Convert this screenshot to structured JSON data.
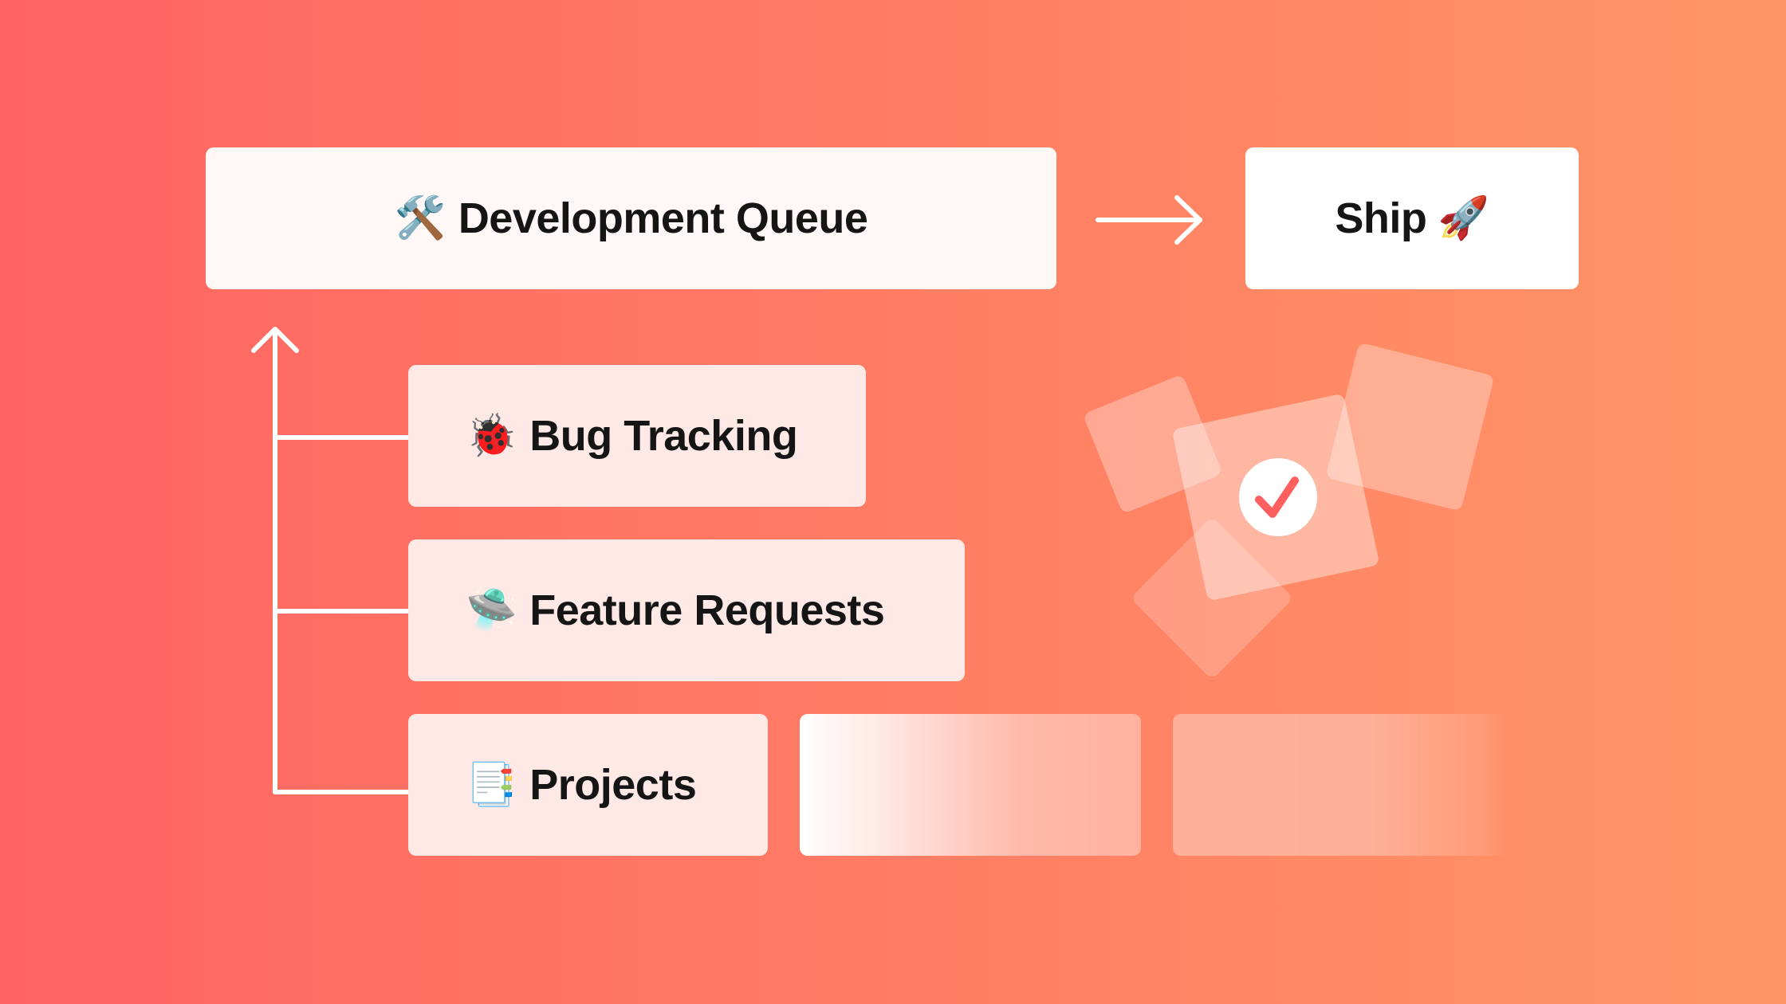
{
  "nodes": {
    "development_queue": {
      "icon": "🛠️",
      "label": "Development Queue"
    },
    "ship": {
      "label": "Ship",
      "icon": "🚀"
    },
    "bug_tracking": {
      "icon": "🐞",
      "label": "Bug Tracking"
    },
    "feature_requests": {
      "icon": "🛸",
      "label": "Feature Requests"
    },
    "projects": {
      "icon": "📑",
      "label": "Projects"
    }
  },
  "icons": {
    "decoration": "checkmark-cards-icon",
    "check_color": "#ff5f5f"
  },
  "colors": {
    "gradient_start": "#ff6462",
    "gradient_end": "#ff9666",
    "connector": "#ffffff"
  }
}
